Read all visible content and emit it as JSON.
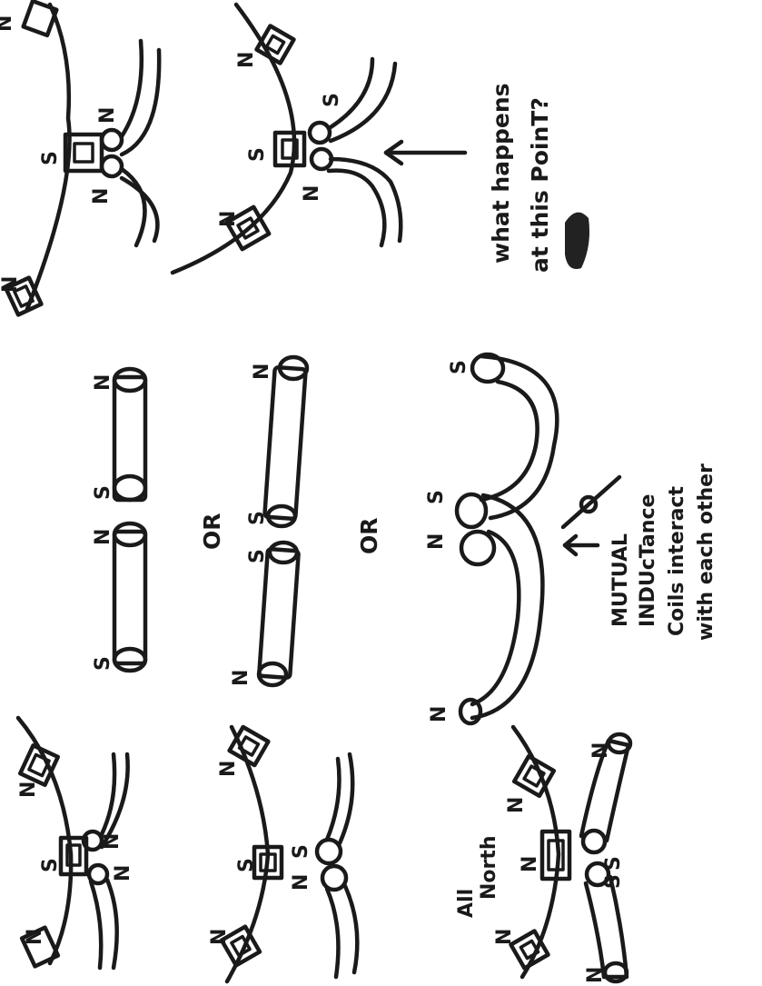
{
  "poles": {
    "north": "N",
    "south": "S"
  },
  "words": {
    "or": "OR"
  },
  "labels": {
    "all_north_line1": "All",
    "all_north_line2": "North",
    "question_line1": "what happens",
    "question_line2": "at this PoinT?",
    "mutual_line1": "MUTUAL",
    "mutual_line2": "INDUcTance",
    "mutual_line3": "Coils interact",
    "mutual_line4": "with each other"
  },
  "colors": {
    "ink": "#1a1a1a",
    "paper": "#ffffff"
  }
}
